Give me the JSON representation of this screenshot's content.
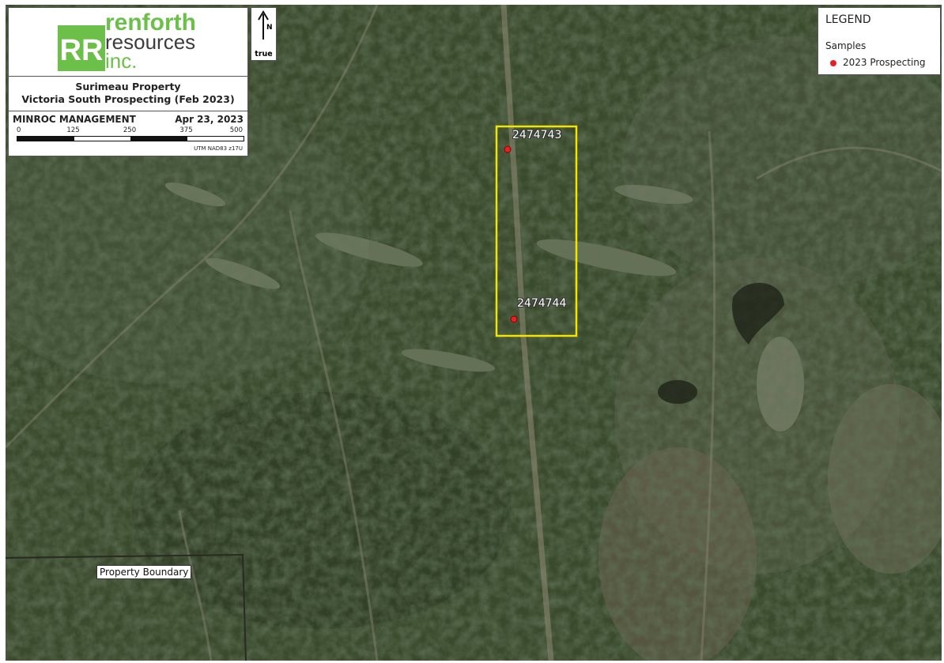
{
  "company": {
    "line1": "renforth",
    "line2": "resources",
    "line3": "inc.",
    "mark": "RR"
  },
  "title": {
    "line1": "Surimeau Property",
    "line2": "Victoria South Prospecting (Feb 2023)"
  },
  "author": "MINROC MANAGEMENT",
  "date": "Apr 23, 2023",
  "scale": {
    "ticks": [
      "0",
      "125",
      "250",
      "375",
      "500 m"
    ],
    "crs": "UTM NAD83 z17U"
  },
  "north_arrow": {
    "letter": "N",
    "label": "true",
    "icon": "north-arrow-icon"
  },
  "legend": {
    "title": "LEGEND",
    "group": "Samples",
    "items": [
      {
        "label": "2023 Prospecting",
        "color": "#e52222",
        "symbol": "circle"
      }
    ]
  },
  "samples": [
    {
      "id": "2474743"
    },
    {
      "id": "2474744"
    }
  ],
  "boundary_label": "Property Boundary",
  "colors": {
    "logo_green": "#6cc04a",
    "highlight_box": "#f2e600",
    "sample_point": "#e52222"
  }
}
